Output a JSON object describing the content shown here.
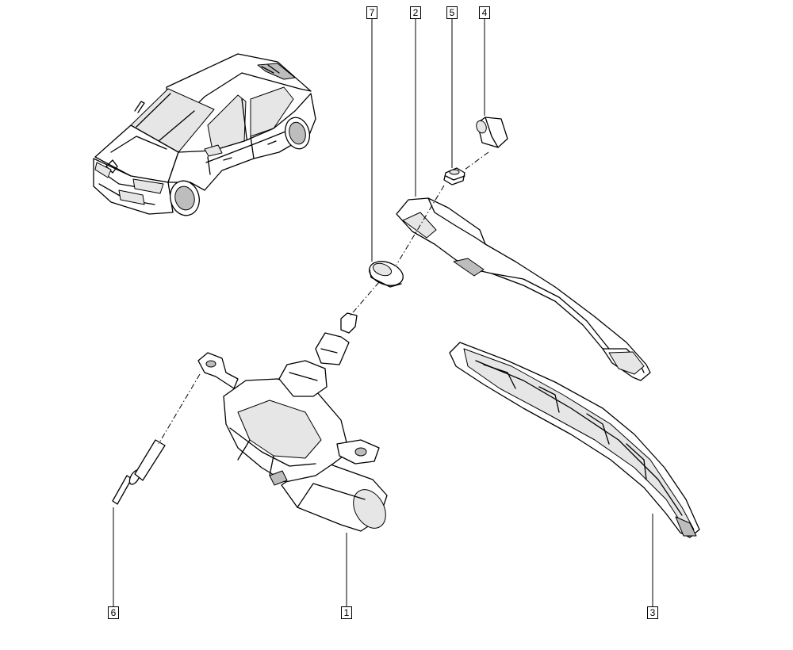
{
  "callouts": [
    {
      "id": "part-7",
      "label": "7"
    },
    {
      "id": "part-2",
      "label": "2"
    },
    {
      "id": "part-5",
      "label": "5"
    },
    {
      "id": "part-4",
      "label": "4"
    },
    {
      "id": "part-6",
      "label": "6"
    },
    {
      "id": "part-1",
      "label": "1"
    },
    {
      "id": "part-3",
      "label": "3"
    }
  ]
}
